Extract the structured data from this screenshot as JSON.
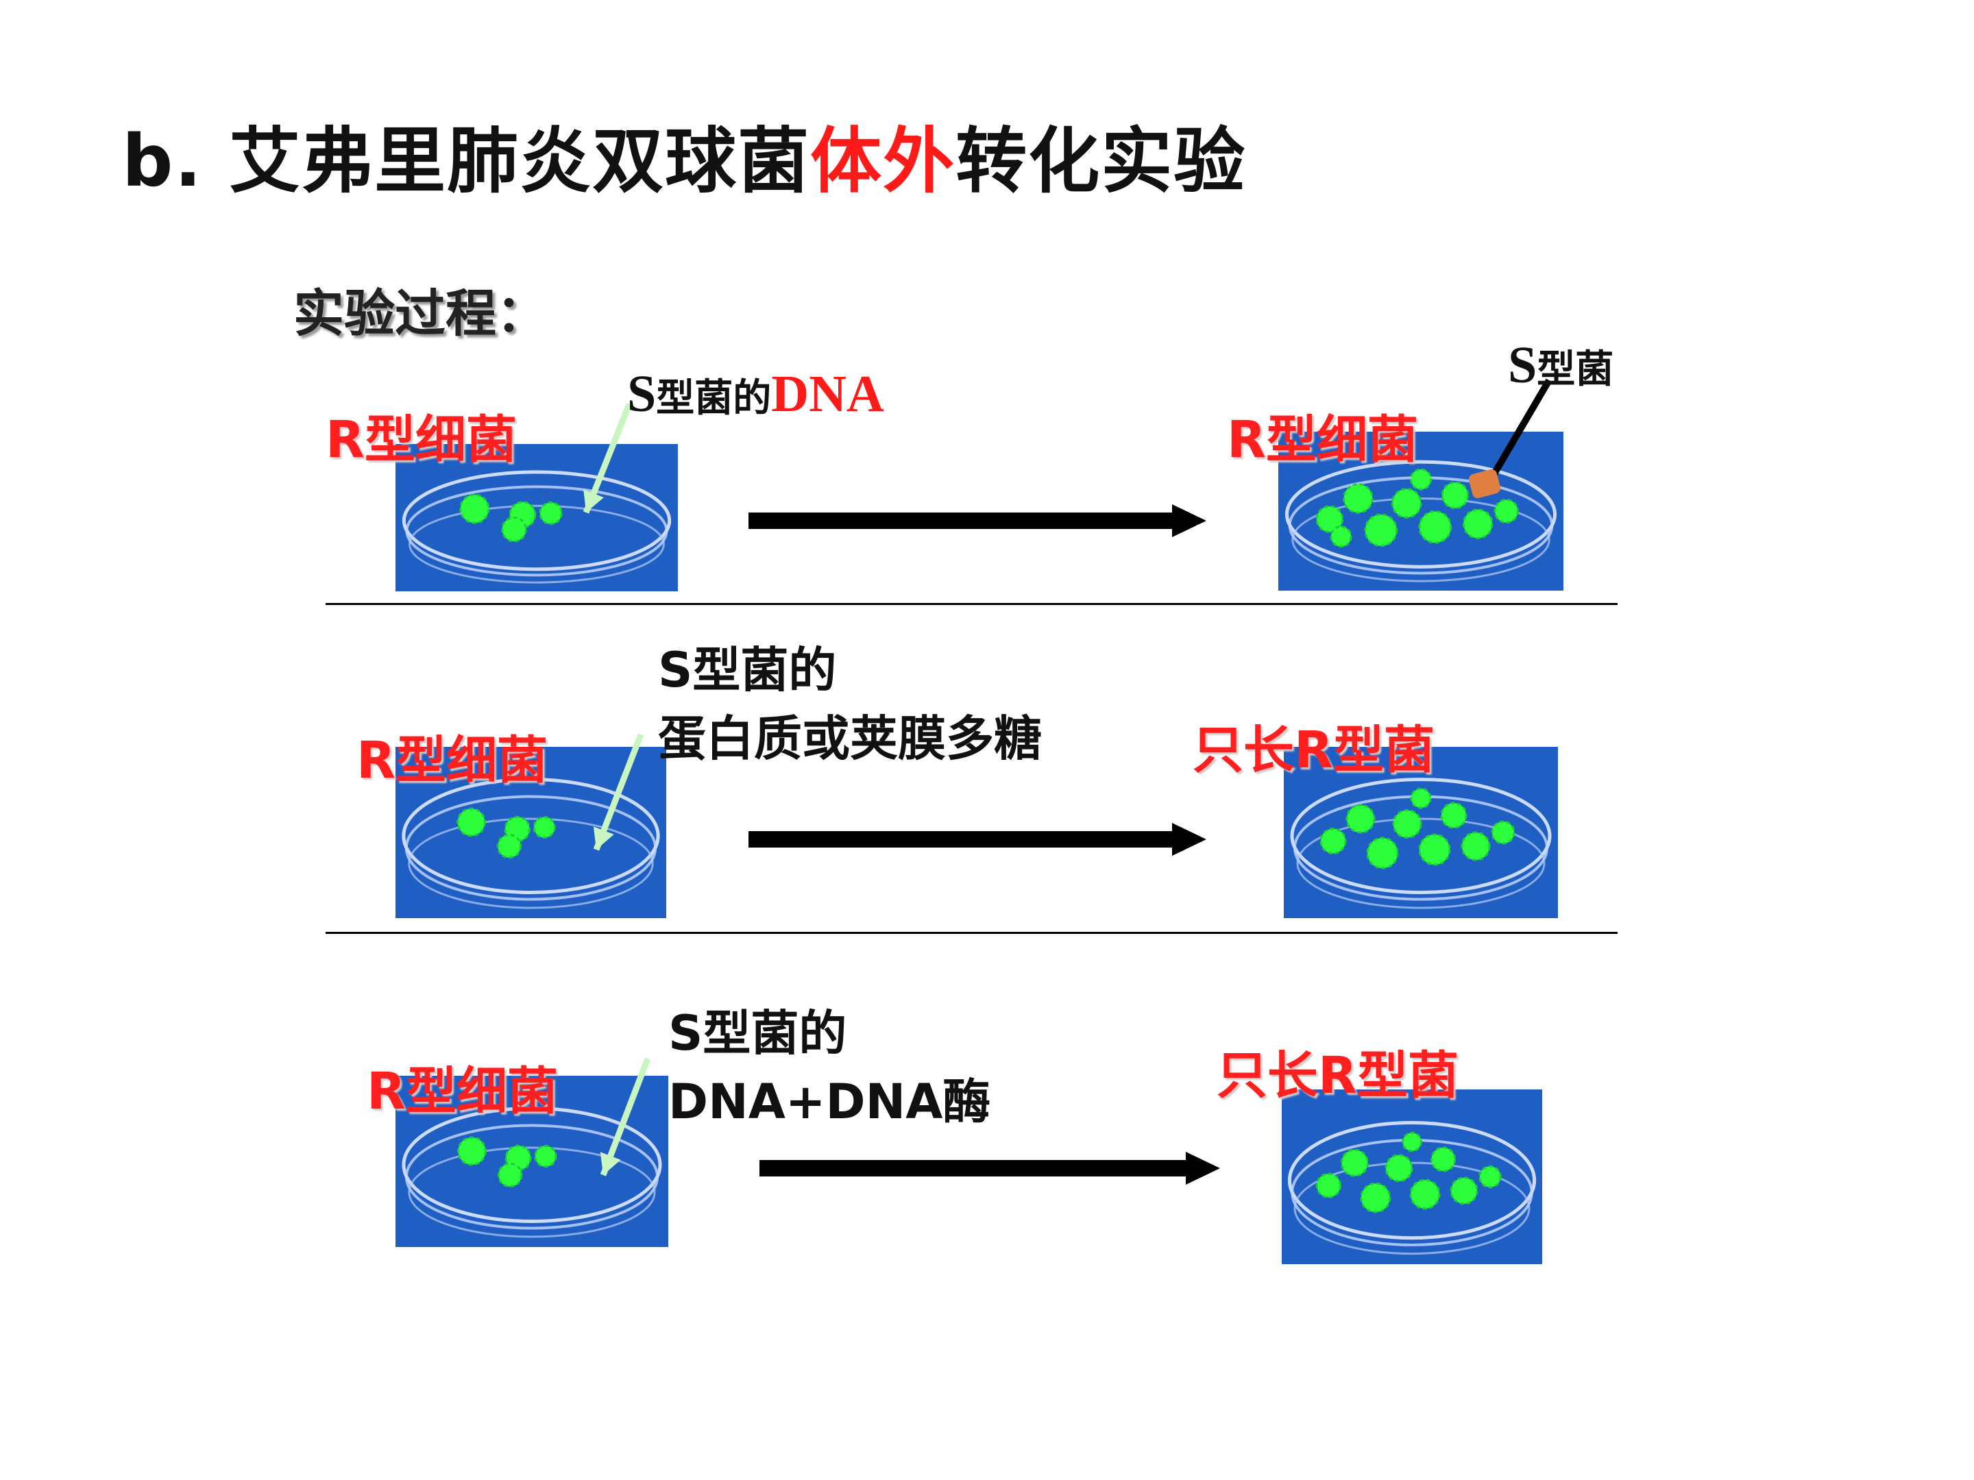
{
  "title": {
    "prefix": "b. 艾弗里肺炎双球菌",
    "highlight": "体外",
    "suffix": "转化实验"
  },
  "subtitle": "实验过程：",
  "rows": [
    {
      "dish_label": "R型细菌",
      "added_line1_prefix": "S",
      "added_line1_mid": "型菌的",
      "added_line1_suffix": "DNA",
      "result_label": "R型细菌",
      "result_note_prefix": "S",
      "result_note_suffix": "型菌"
    },
    {
      "dish_label": "R型细菌",
      "added_line1": "S型菌的",
      "added_line2": "蛋白质或荚膜多糖",
      "result_label": "只长R型菌"
    },
    {
      "dish_label": "R型细菌",
      "added_line1": "S型菌的",
      "added_line2": "DNA+DNA酶",
      "result_label": "只长R型菌"
    }
  ],
  "colors": {
    "title_text": "#111111",
    "highlight": "#ff1a1a",
    "dish_background": "#1f5fc4",
    "colony": "#2dff3c",
    "pointer_arrow": "#c8f5c0",
    "s_colony_marker": "#e08040"
  }
}
